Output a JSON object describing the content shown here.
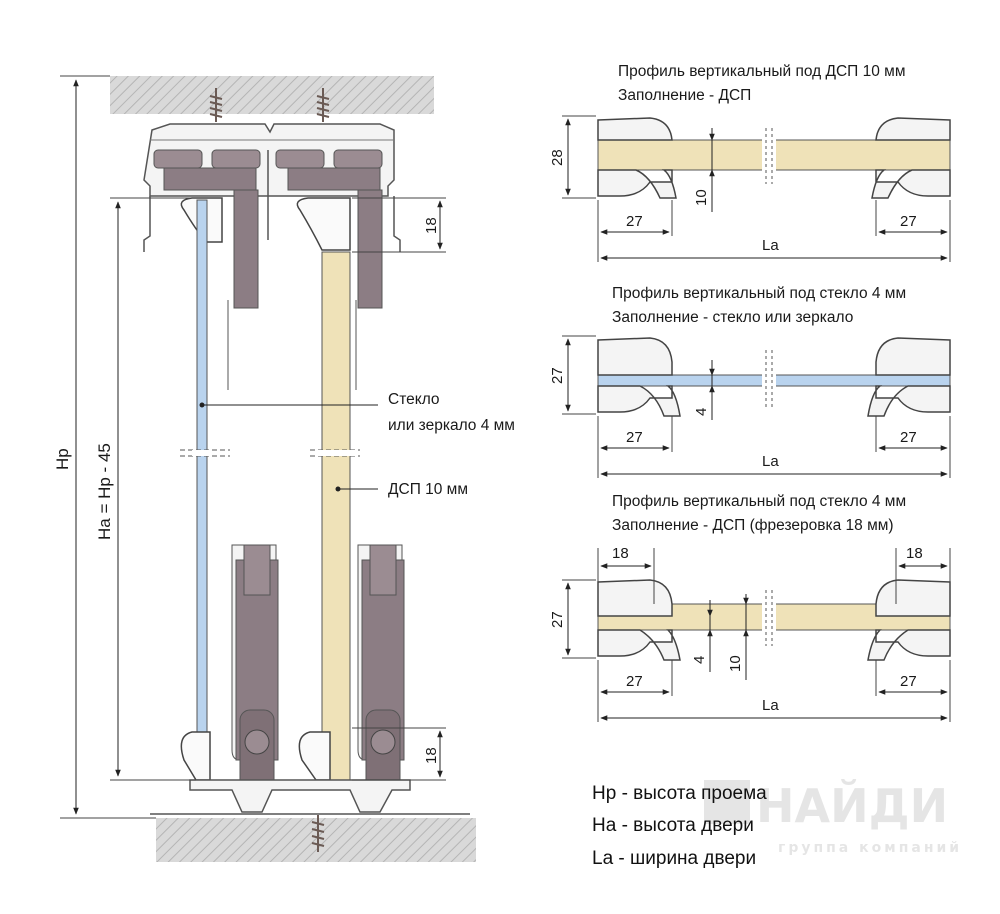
{
  "left": {
    "hp": "Hp",
    "ha": "Ha = Hp - 45",
    "top_gap": "18",
    "bottom_gap": "18",
    "glass_label_1": "Стекло",
    "glass_label_2": "или зеркало 4 мм",
    "dsp_label": "ДСП 10 мм"
  },
  "sections": [
    {
      "title_1": "Профиль вертикальный под ДСП 10 мм",
      "title_2": "Заполнение  - ДСП",
      "height": "28",
      "thickness": "10",
      "left_w": "27",
      "right_w": "27",
      "width": "La"
    },
    {
      "title_1": "Профиль вертикальный под стекло 4 мм",
      "title_2": "Заполнение  - стекло или зеркало",
      "height": "27",
      "thickness": "4",
      "left_w": "27",
      "right_w": "27",
      "width": "La"
    },
    {
      "title_1": "Профиль вертикальный под стекло 4 мм",
      "title_2": "Заполнение  - ДСП (фрезеровка 18 мм)",
      "height": "27",
      "thickness_a": "4",
      "thickness_b": "10",
      "left_mill": "18",
      "right_mill": "18",
      "left_w": "27",
      "right_w": "27",
      "width": "La"
    }
  ],
  "legend": [
    "Hp - высота проема",
    "Ha - высота двери",
    "La - ширина двери"
  ],
  "watermark": {
    "brand": "НАЙДИ",
    "tag": "группа компаний"
  },
  "colors": {
    "glass": "#b9d3ee",
    "dsp": "#efe2b8",
    "metal": "#8c7d84",
    "frame": "#f2f2f2",
    "hatch": "#bdbdbd"
  }
}
